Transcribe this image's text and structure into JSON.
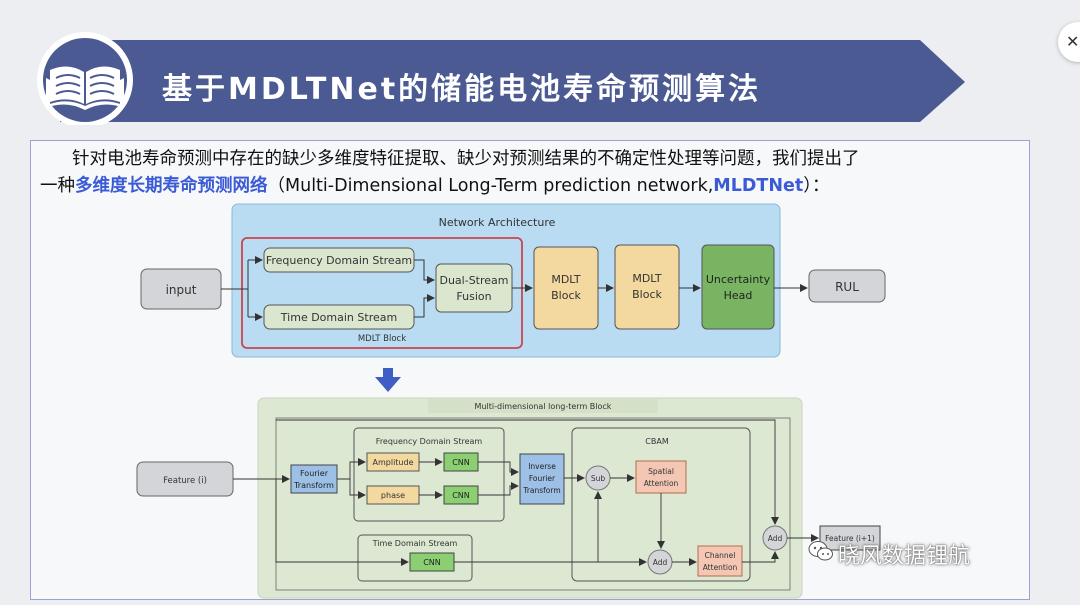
{
  "header": {
    "title": "基于MDLTNet的储能电池寿命预测算法"
  },
  "intro": {
    "line1": "针对电池寿命预测中存在的缺少多维度特征提取、缺少对预测结果的不确定性处理等问题，我们提出了",
    "line2_prefix": "一种",
    "line2_highlight": "多维度长期寿命预测网络",
    "line2_middle": "（Multi-Dimensional Long-Term prediction network,",
    "line2_highlight2": "MLDTNet",
    "line2_suffix": "）："
  },
  "architecture": {
    "title": "Network Architecture",
    "input": "input",
    "freq_stream": "Frequency Domain Stream",
    "time_stream": "Time Domain Stream",
    "fusion_line1": "Dual-Stream",
    "fusion_line2": "Fusion",
    "mdlt_group_label": "MDLT Block",
    "block1_line1": "MDLT",
    "block1_line2": "Block",
    "block2_line1": "MDLT",
    "block2_line2": "Block",
    "uncertainty_line1": "Uncertainty",
    "uncertainty_line2": "Head",
    "output": "RUL"
  },
  "block_detail": {
    "title": "Multi-dimensional long-term Block",
    "feature_in": "Feature (i)",
    "fourier_line1": "Fourier",
    "fourier_line2": "Transform",
    "freq_stream": "Frequency Domain Stream",
    "amplitude": "Amplitude",
    "phase": "phase",
    "cnn_amp": "CNN",
    "cnn_phase": "CNN",
    "inverse_line1": "Inverse",
    "inverse_line2": "Fourier",
    "inverse_line3": "Transform",
    "time_stream": "Time Domain Stream",
    "cnn_time": "CNN",
    "cbam": "CBAM",
    "sub": "Sub",
    "spatial_line1": "Spatial",
    "spatial_line2": "Attention",
    "add_inner": "Add",
    "channel_line1": "Channel",
    "channel_line2": "Attention",
    "add_outer": "Add",
    "feature_out": "Feature (i+1)"
  },
  "watermark": "晓风数据锂航",
  "icons": [
    "book-icon",
    "down-arrow-icon",
    "wechat-icon",
    "close-icon"
  ],
  "colors": {
    "banner": "#4b5a92",
    "accent": "#3b5bd6",
    "arch_bg": "#b9dcf3",
    "detail_bg": "#dde8d3",
    "mdlt_block": "#f3d9a0",
    "uncertainty": "#79b462",
    "red_frame": "#c9464e"
  }
}
